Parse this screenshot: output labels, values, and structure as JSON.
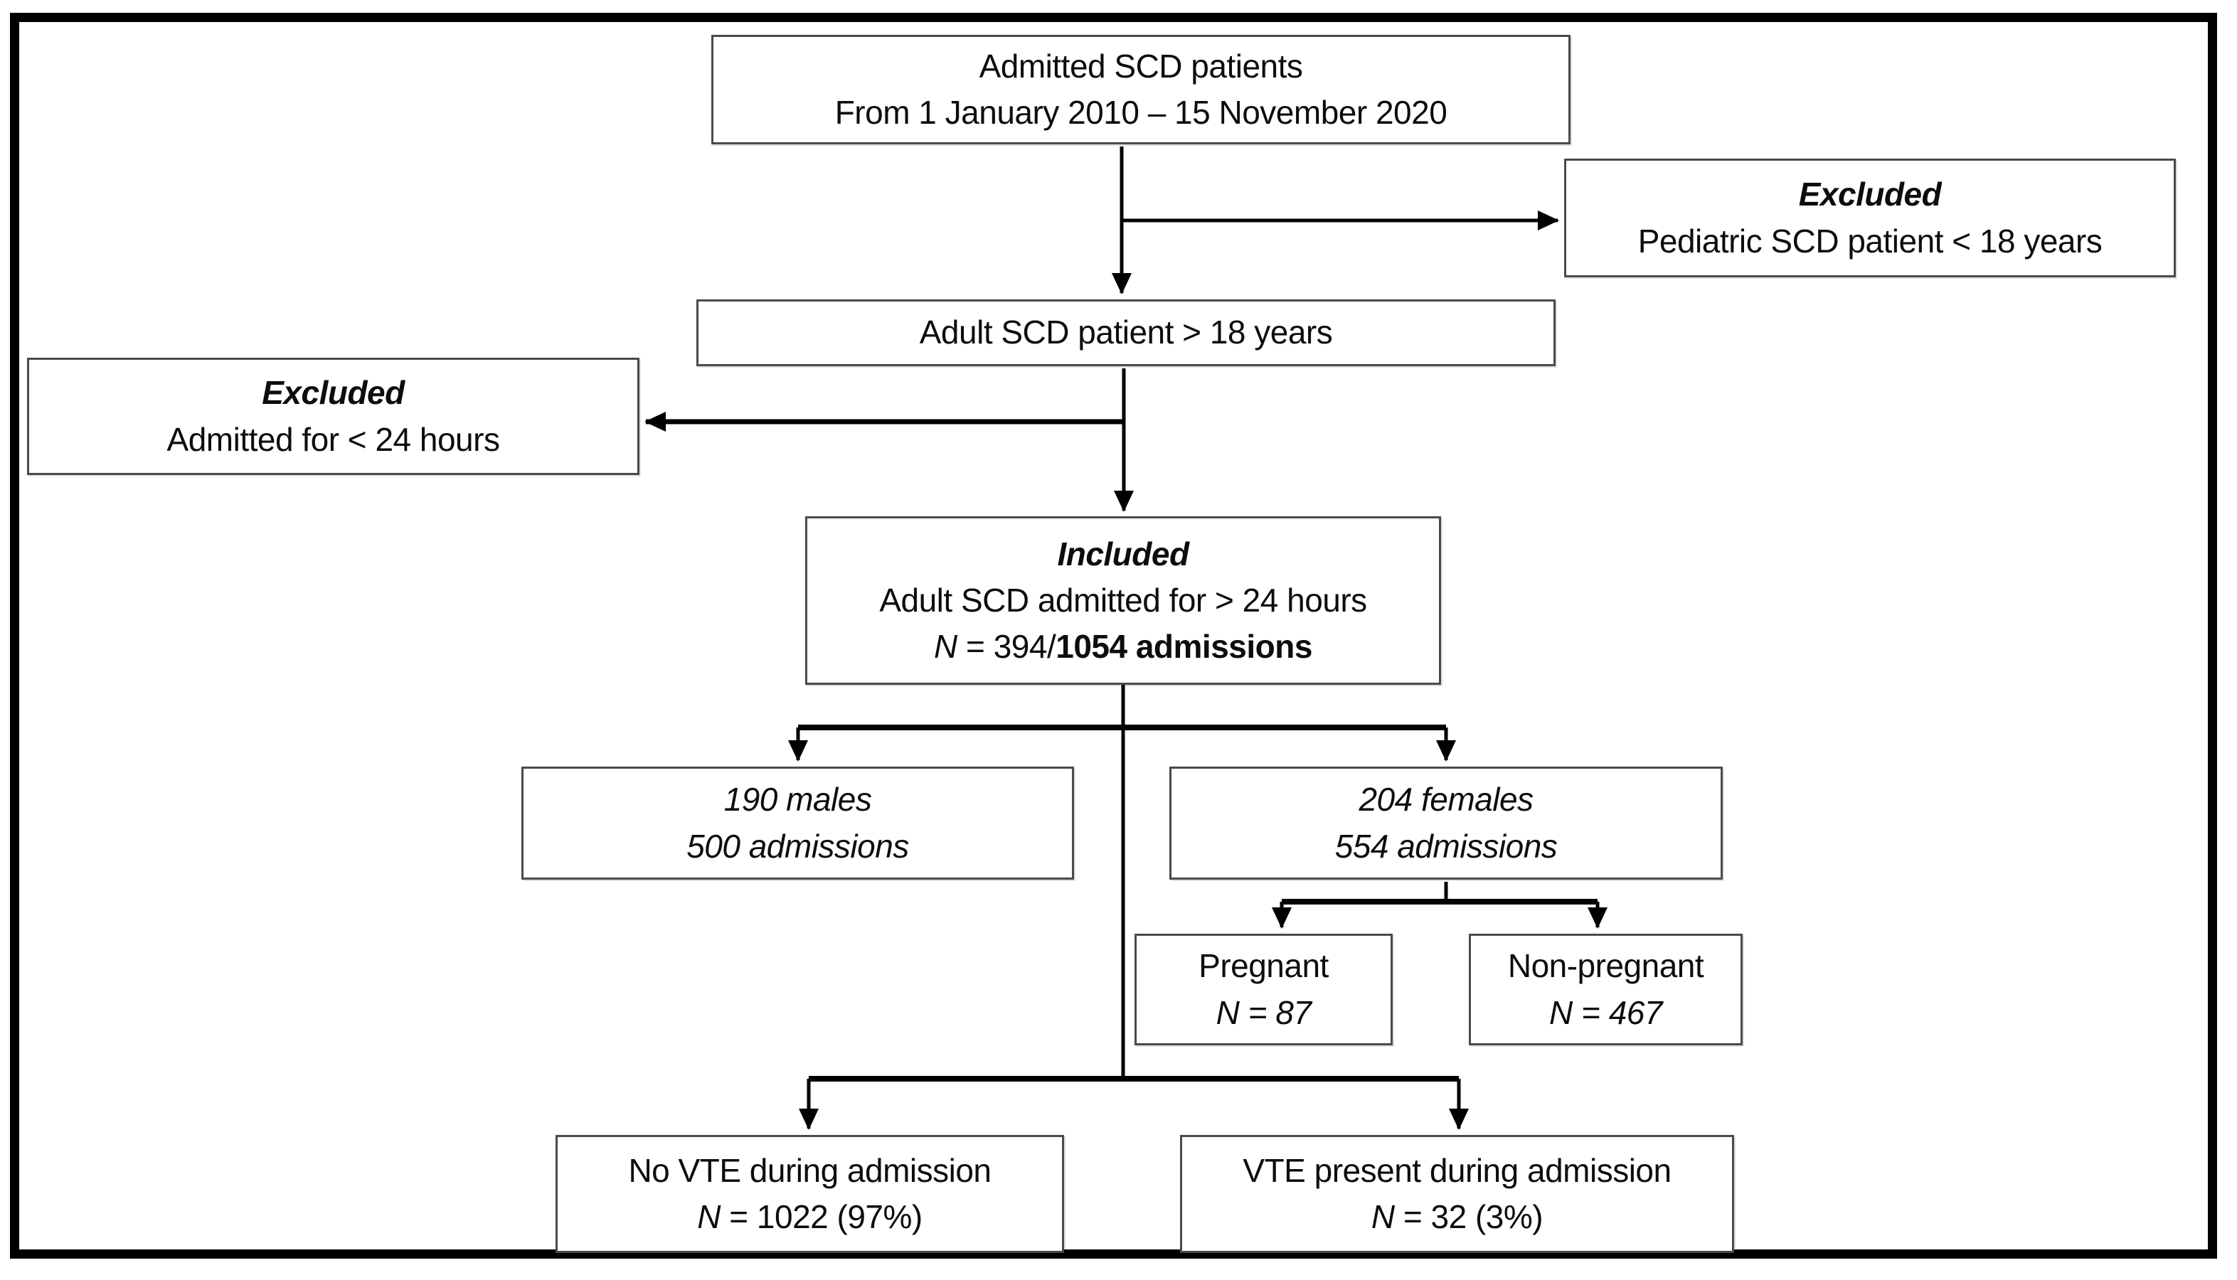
{
  "diagram": {
    "kind": "patient-flow flowchart",
    "colors": {
      "background": "#ffffff",
      "outer_border": "#000000",
      "box_border": "#4a4a4a",
      "connector": "#000000",
      "text": "#0d0d0d"
    },
    "boxes": {
      "admitted": {
        "line1": "Admitted SCD patients",
        "line2": "From 1 January 2010 – 15 November 2020"
      },
      "excluded_pediatric": {
        "heading": "Excluded",
        "detail": "Pediatric SCD patient < 18 years"
      },
      "adult": {
        "line1": "Adult SCD patient > 18 years"
      },
      "excluded_short_stay": {
        "heading": "Excluded",
        "detail": "Admitted for < 24 hours"
      },
      "included": {
        "heading": "Included",
        "detail": "Adult SCD admitted for > 24 hours",
        "n_italic": "N",
        "n_regular": " = 394/",
        "n_bold": "1054 admissions"
      },
      "males": {
        "line1": "190 males",
        "line2": "500 admissions"
      },
      "females": {
        "line1": "204 females",
        "line2": "554 admissions"
      },
      "pregnant": {
        "label": "Pregnant",
        "n_italic": "N",
        "n_rest": " = 87"
      },
      "non_pregnant": {
        "label": "Non-pregnant",
        "n_italic": "N",
        "n_rest": " = 467"
      },
      "no_vte": {
        "label": "No VTE during admission",
        "n_italic": "N",
        "n_rest": " = 1022 (97%)"
      },
      "vte": {
        "label": "VTE present during admission",
        "n_italic": "N",
        "n_rest": " = 32 (3%)"
      }
    }
  }
}
